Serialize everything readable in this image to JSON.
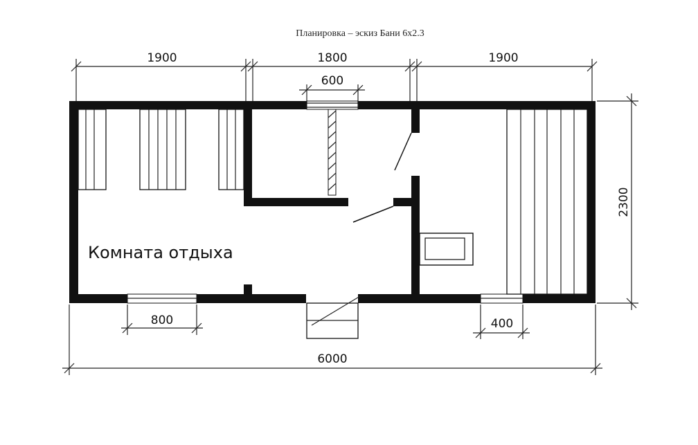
{
  "title": "Планировка – эскиз Бани 6x2.3",
  "room_label": "Комната отдыха",
  "dimensions": {
    "top_left": "1900",
    "top_middle": "1800",
    "top_right": "1900",
    "top_window": "600",
    "right_height": "2300",
    "bottom_window_left": "800",
    "bottom_window_right": "400",
    "total_width": "6000"
  },
  "colors": {
    "ink": "#111111",
    "background": "#ffffff"
  }
}
